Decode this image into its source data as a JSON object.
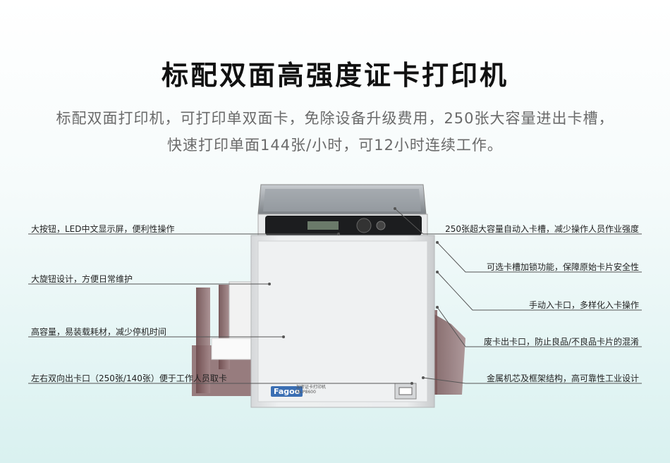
{
  "title": "标配双面高强度证卡打印机",
  "subtitle": {
    "line1": "标配双面打印机，可打印单双面卡，免除设备升级费用，250张大容量进出卡槽，",
    "line2": "快速打印单面144张/小时，可12小时连续工作。"
  },
  "callouts": {
    "left": [
      "大按钮，LED中文显示屏，便利性操作",
      "大旋钮设计，方便日常维护",
      "高容量，易装载耗材，减少停机时间",
      "左右双向出卡口（250张/140张）便于工作人员取卡"
    ],
    "right": [
      "250张超大容量自动入卡槽，减少操作人员作业强度",
      "可选卡槽加锁功能，保障原始卡片安全性",
      "手动入卡口，多样化入卡操作",
      "废卡出卡口，防止良品/不良品卡片的混淆",
      "金属机芯及框架结构，高可靠性工业设计"
    ]
  },
  "device": {
    "brand": "Fagoo",
    "model_line1": "加密证卡打印机",
    "model_line2": "FA-P8600"
  }
}
